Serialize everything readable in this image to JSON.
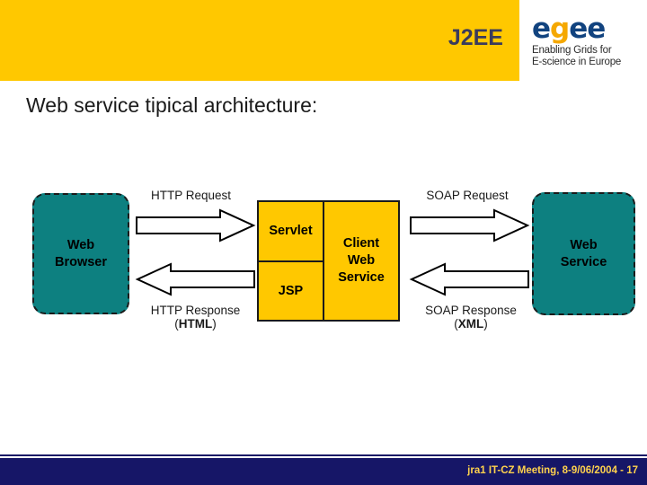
{
  "slide": {
    "title": "J2EE",
    "headline": "Web service tipical architecture:",
    "header_bg": "#ffc800",
    "title_color": "#3b3b5c"
  },
  "logo": {
    "letters": [
      "e",
      "g",
      "e",
      "e"
    ],
    "e1": "e",
    "g": "g",
    "e2": "e",
    "e3": "e",
    "tagline_line1": "Enabling Grids for",
    "tagline_line2": "E-science in Europe",
    "blue": "#11437f",
    "gold": "#f5a800"
  },
  "diagram": {
    "nodes": {
      "browser": {
        "line1": "Web",
        "line2": "Browser",
        "fill": "#0d8080"
      },
      "servlet": {
        "label": "Servlet",
        "fill": "#ffc800"
      },
      "jsp": {
        "label": "JSP",
        "fill": "#ffc800"
      },
      "client_web_service": {
        "line1": "Client",
        "line2": "Web",
        "line3": "Service",
        "fill": "#ffc800"
      },
      "web_service": {
        "line1": "Web",
        "line2": "Service",
        "fill": "#0d8080"
      }
    },
    "edges": {
      "http_request": {
        "label": "HTTP Request",
        "direction": "right"
      },
      "http_response": {
        "label": "HTTP Response",
        "payload": "HTML",
        "payload_open": "(",
        "payload_close": ")",
        "direction": "left"
      },
      "soap_request": {
        "label": "SOAP Request",
        "direction": "right"
      },
      "soap_response": {
        "label": "SOAP Response",
        "payload": "XML",
        "payload_open": "(",
        "payload_close": ")",
        "direction": "left"
      }
    }
  },
  "footer": {
    "text": "jra1 IT-CZ Meeting, 8-9/06/2004  - 17",
    "bg": "#161667",
    "color": "#ffd24d"
  }
}
